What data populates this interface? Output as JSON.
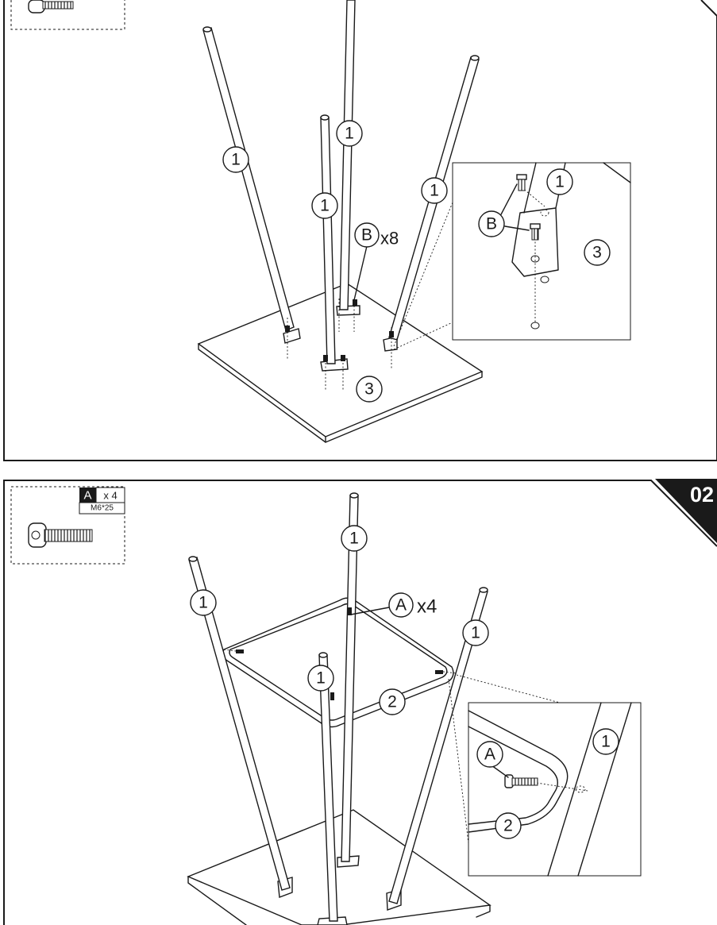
{
  "step_panel_1": {
    "callouts": {
      "leg_left": "1",
      "leg_back": "1",
      "leg_front": "1",
      "leg_right": "1",
      "base": "3",
      "screw": "B",
      "detail_leg": "1",
      "detail_screw": "B",
      "detail_base": "3"
    },
    "screw_quantity": {
      "letter": "B",
      "multiplier": "x8"
    }
  },
  "step_panel_2": {
    "step_number": "02",
    "parts_box": {
      "letter": "A",
      "quantity": "x 4",
      "size": "M6*25"
    },
    "callouts": {
      "leg_left": "1",
      "leg_back": "1",
      "leg_front": "1",
      "leg_right": "1",
      "frame": "2",
      "screw": "A",
      "detail_leg": "1",
      "detail_screw": "A",
      "detail_frame": "2"
    },
    "screw_quantity": {
      "letter": "A",
      "multiplier": "x4"
    }
  },
  "colors": {
    "ink": "#1a1a1a",
    "paper": "#ffffff"
  }
}
